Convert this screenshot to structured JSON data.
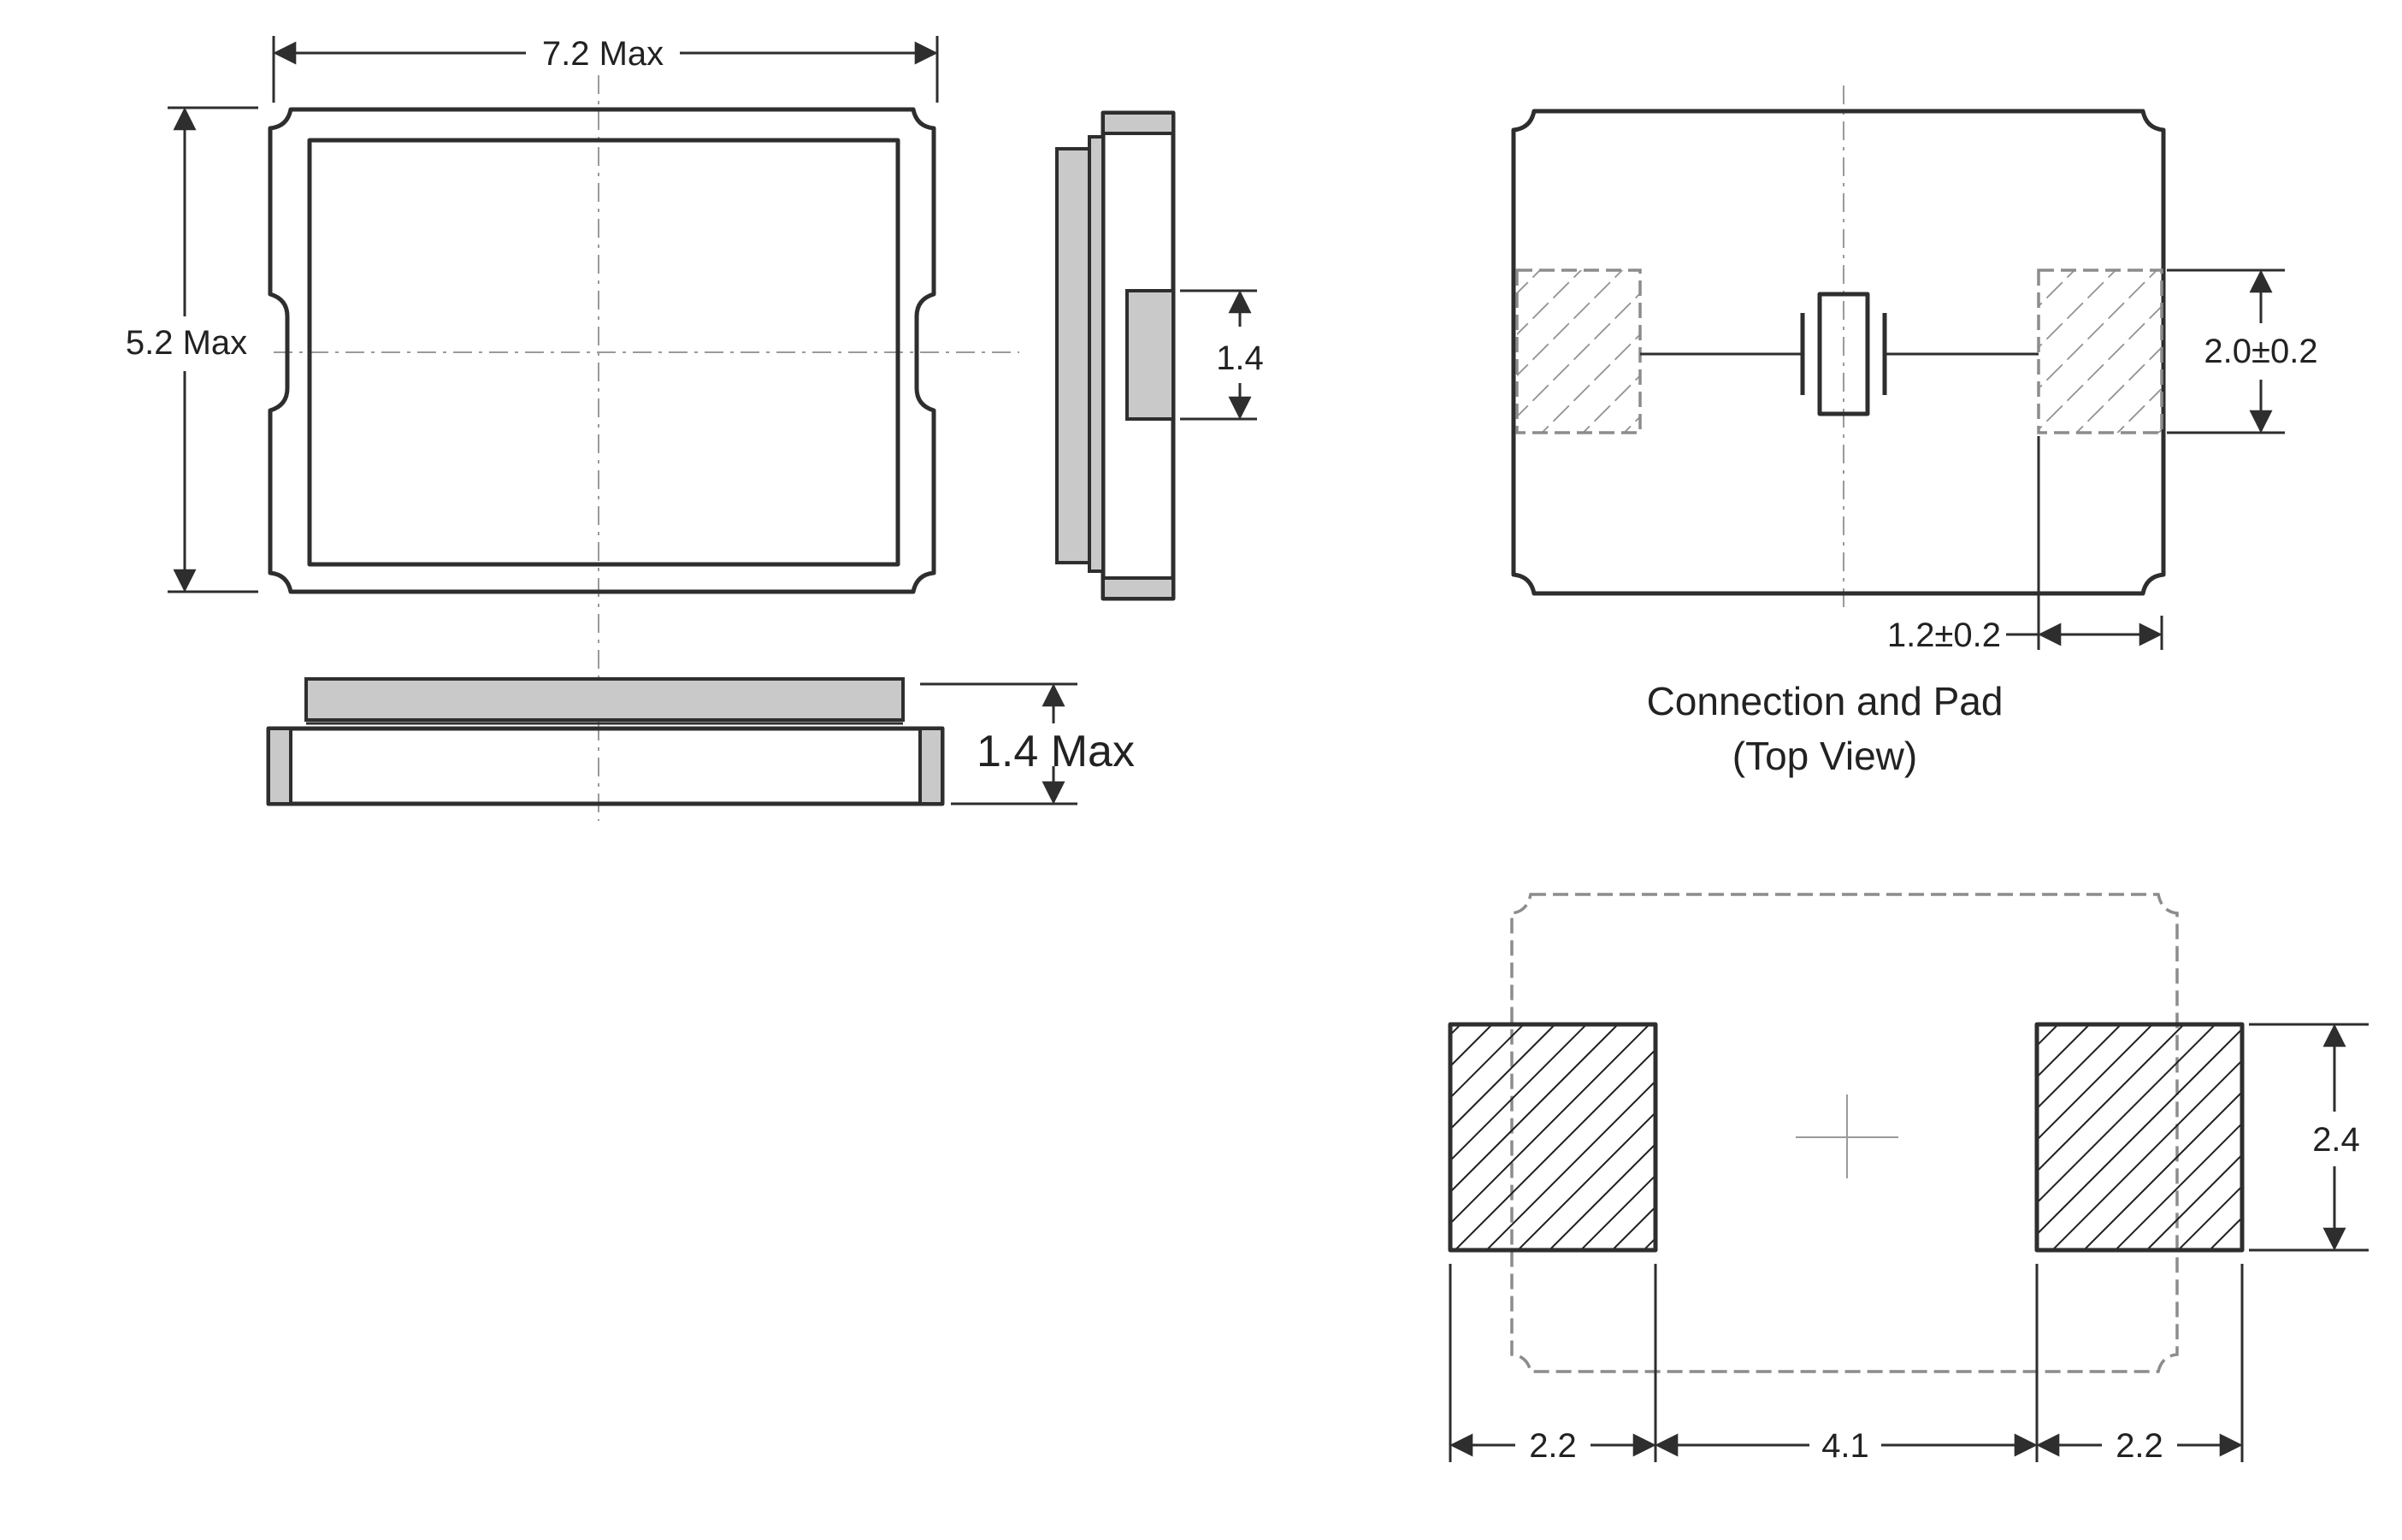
{
  "views": {
    "top": {
      "width_label": "7.2 Max",
      "height_label": "5.2 Max"
    },
    "side": {
      "terminal_label": "1.4"
    },
    "front": {
      "thickness_label": "1.4 Max"
    },
    "connection": {
      "pad_height_label": "2.0±0.2",
      "pad_width_label": "1.2±0.2",
      "caption_line1": "Connection and Pad",
      "caption_line2": "(Top View)"
    },
    "land_pattern": {
      "pad_height_label": "2.4",
      "pad_left_width_label": "2.2",
      "gap_label": "4.1",
      "pad_right_width_label": "2.2"
    }
  },
  "colors": {
    "line": "#2e2e2e",
    "terminal_fill": "#c9c9c9",
    "center_line": "#9a9a9a",
    "background": "#ffffff"
  }
}
